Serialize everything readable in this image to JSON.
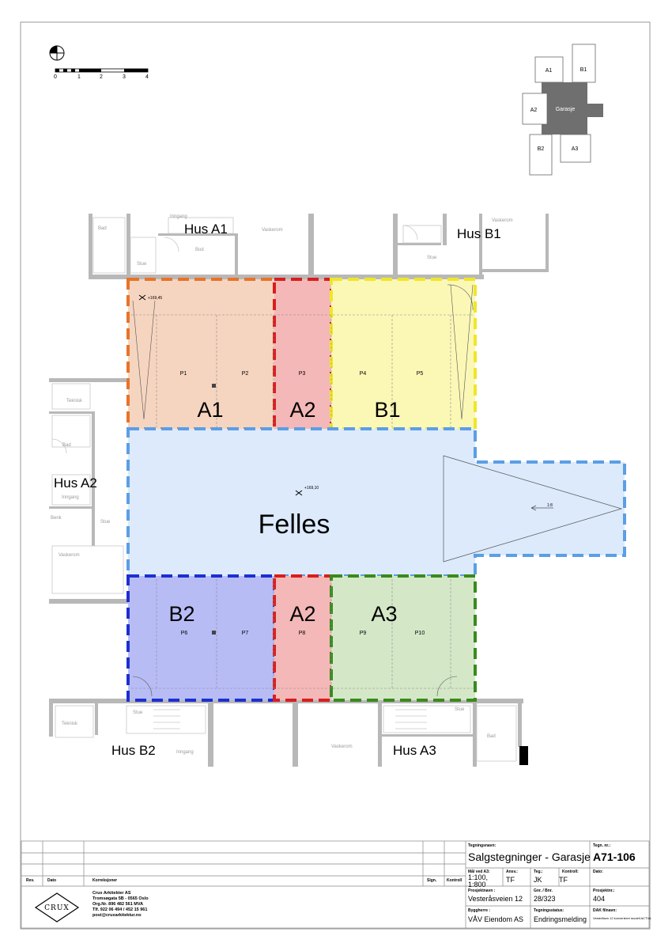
{
  "scale_bar": {
    "ticks": [
      "0",
      "1",
      "2",
      "3",
      "4"
    ]
  },
  "key_plan": {
    "labels": [
      "A1",
      "B1",
      "A2",
      "Garasje",
      "B2",
      "A3"
    ]
  },
  "houses": {
    "hus_a1": "Hus A1",
    "hus_b1": "Hus B1",
    "hus_a2": "Hus A2",
    "hus_b2": "Hus B2",
    "hus_a3": "Hus A3"
  },
  "zones": {
    "a1": "A1",
    "a2_top": "A2",
    "b1": "B1",
    "felles": "Felles",
    "b2": "B2",
    "a2_bottom": "A2",
    "a3": "A3"
  },
  "zone_colors": {
    "a1_fill": "#f6d5c0",
    "a1_border": "#e8732a",
    "a2_fill": "#f4b8b8",
    "a2_border": "#d81e1e",
    "b1_fill": "#fbf8b6",
    "b1_border": "#f0e628",
    "felles_fill": "#dceafb",
    "felles_border": "#5b9ee6",
    "b2_fill": "#b8bcf5",
    "b2_border": "#1e2fd0",
    "a3_fill": "#d4e8c8",
    "a3_border": "#3a8a1e"
  },
  "parking": [
    "P1",
    "P2",
    "P3",
    "P4",
    "P5",
    "P6",
    "P7",
    "P8",
    "P9",
    "P10"
  ],
  "levels": {
    "top": "+169,45",
    "center": "+169,10"
  },
  "ramp_label": "1:8",
  "room_labels": {
    "bad": "Bad",
    "inngang": "Inngang",
    "vaskerom": "Vaskerom",
    "stue": "Stue",
    "teknisk": "Teknisk",
    "bod": "Bod",
    "bank": "Benk"
  },
  "title_block": {
    "rev_label": "Rev.",
    "dato_label": "Dato",
    "korreksjoner_label": "Korreksjoner",
    "sign_label": "Sign.",
    "kontroll_label": "Kontroll",
    "tegningsnavn_label": "Tegningsnavn:",
    "tegningsnavn": "Salgstegninger - Garasje",
    "tegn_nr_label": "Tegn. nr.:",
    "tegn_nr": "A71-106",
    "malestokk_label": "Mål ved A3:",
    "malestokk": "1:100,\n1:800",
    "ansv_label": "Ansv.:",
    "ansv": "TF",
    "tegn_label": "Teg.:",
    "tegn": "JK",
    "kontroll2_label": "Kontroll:",
    "kontroll2": "TF",
    "dato2_label": "Dato:",
    "prosjektnavn_label": "Prosjektnavn :",
    "prosjektnavn": "Vesteråsveien 12",
    "gnr_label": "Gnr. / Bnr.",
    "gnr": "28/323",
    "prosjektnr_label": "Prosjektnr.:",
    "prosjektnr": "404",
    "byggherre_label": "Byggherre :",
    "byggherre": "VÅV Eiendom AS",
    "tegningsstatus_label": "Tegningsstatus:",
    "tegningsstatus": "Endringsmelding",
    "dak_label": "DAK filnavn:",
    "dak": "Vesteråsen 12 konverteret modell ACTVA",
    "logo": "CRUX",
    "company": [
      "Crux Arkitekter AS",
      "Tromsøgata 5B - 0565 Oslo",
      "Org.Nr. 896 482 561 MVA",
      "Tlf. 922 06 494 / 452 15 961",
      "post@cruxarkitektur.no"
    ]
  }
}
